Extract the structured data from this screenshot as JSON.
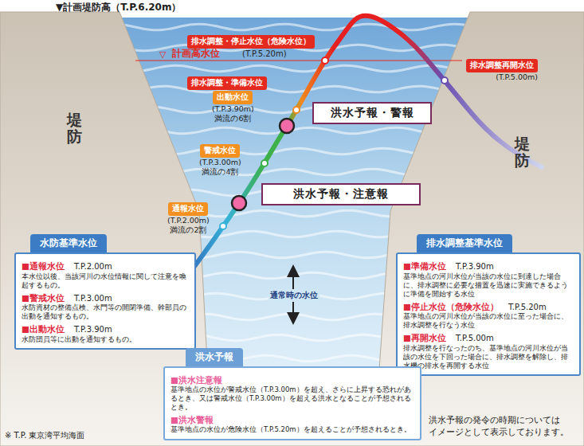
{
  "diagram": {
    "nodes": [
      {
        "text": [
          "排水調整・停止水位（危険水位）"
        ]
      },
      {
        "text": [
          "排水調整再開水位",
          "(T.P.5.00m)"
        ]
      },
      {
        "text": [
          "排水調整・準備水位"
        ]
      },
      {
        "text": [
          "出動水位",
          "(T.P.3.90m)",
          "満流の6割"
        ]
      },
      {
        "text": [
          "洪水予報・警報"
        ]
      },
      {
        "text": [
          "警戒水位",
          "(T.P.3.00m)",
          "満流の4割"
        ]
      },
      {
        "text": [
          "洪水予報・注意報"
        ]
      },
      {
        "text": [
          "通報水位",
          "(T.P.2.00m)",
          "満流の2割"
        ]
      },
      {
        "text": [
          "水防基準水位",
          "■通報水位",
          "T.P.2.00m",
          "本水位以後、当該河川の水位情報に関して注意を喚起するもの。",
          "■警戒水位",
          "T.P.3.00m",
          "水防資材の整備点検、水門等の開閉準備、幹部員の出動を通知するもの。",
          "■出動水位",
          "T.P.3.90m",
          "水防団員等に出動を通知するもの。"
        ]
      },
      {
        "text": [
          "排水調整基準水位",
          "■準備水位",
          "T.P.3.90m",
          "基準地点の河川水位が当該の水位に到達した場合に、排水調整に必要な措置を迅速に実施できるように準備を開始する水位",
          "■停止水位（危険水位）",
          "T.P.5.20m",
          "基準地点の河川水位が当該の水位に至った場合に、排水調整を行なう水位",
          "■再開水位",
          "T.P.5.00m",
          "排水調整を行なったのち、基準地点の河川水位が当該の水位を下回った場合に、排水調整を解除し、排水機の排水を再開する水位"
        ]
      },
      {
        "text": [
          "洪水予報",
          "■洪水注意報",
          "基準地点の水位が警戒水位（T.P.3.00m）を超え、さらに上昇する恐れがあるとき、又は警戒水位（T.P.3.00m）を超える洪水となることが予想されるとき。",
          "■洪水警報",
          "基準地点の水位が危険水位（T.P.5.20m）を超えることが予想されるとき。"
        ]
      }
    ],
    "labels": [
      "▼計画堤防高（T.P.6.20m）",
      "▽",
      "計画高水位",
      "(T.P.5.20m)",
      "堤防",
      "堤防",
      "通常時の水位",
      "※ T.P. 東京湾平均海面",
      "洪水予報の発令の時期については イメージとして表示しております。"
    ]
  }
}
